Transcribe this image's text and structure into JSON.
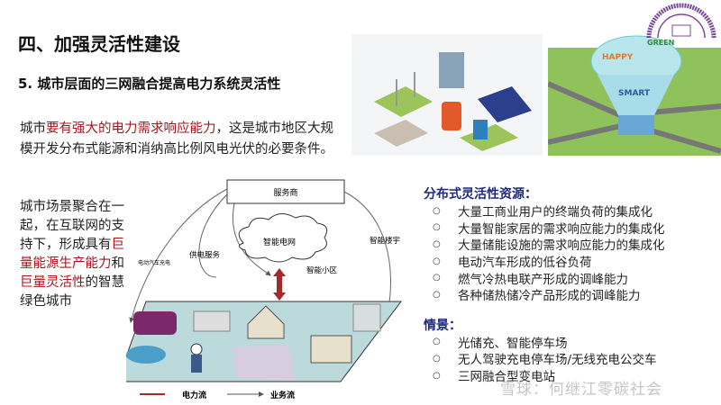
{
  "slide": {
    "title": "四、加强灵活性建设",
    "subtitle": "5. 城市层面的三网融合提高电力系统灵活性",
    "paragraph": {
      "pre": "城市",
      "highlight": "要有强大的电力需求响应能力",
      "post": "，这是城市地区大规模开发分布式能源和消纳高比例风电光伏的必要条件。"
    },
    "left_text": {
      "p1": "城市场景聚合在一起，在互联网的支持下，形成具有",
      "h1": "巨量能源生产能力",
      "p2": "和",
      "h2": "巨量灵活性",
      "p3": "的智慧绿色城市"
    },
    "diagram": {
      "service_provider": "服务商",
      "smart_grid": "智能电网",
      "power_service": "供电服务",
      "ev_charging": "电动汽车充电",
      "smart_community": "智能小区",
      "smart_building": "智能楼宇",
      "legend_power": "电力流",
      "legend_business": "业务流"
    },
    "resources": {
      "heading": "分布式灵活性资源：",
      "items": [
        "大量工商业用户的终端负荷的集成化",
        "大量智能家居的需求响应能力的集成化",
        "大量储能设施的需求响应能力的集成化",
        "电动汽车形成的低谷负荷",
        "燃气冷热电联产形成的调峰能力",
        "各种储热储冷产品形成的调峰能力"
      ]
    },
    "scenarios": {
      "heading": "情景：",
      "items": [
        "光储充、智能停车场",
        "无人驾驶充电停车场/无线充电公交车",
        "三网融合型变电站"
      ]
    },
    "bullet_glyph": "○",
    "image2_labels": {
      "happy": "HAPPY",
      "green": "GREEN",
      "smart": "SMART"
    },
    "watermark": "雪球：何继江零碳社会"
  },
  "colors": {
    "highlight": "#a8141c",
    "heading_blue": "#1f2a7a",
    "logo_purple": "#7a4a9a"
  }
}
